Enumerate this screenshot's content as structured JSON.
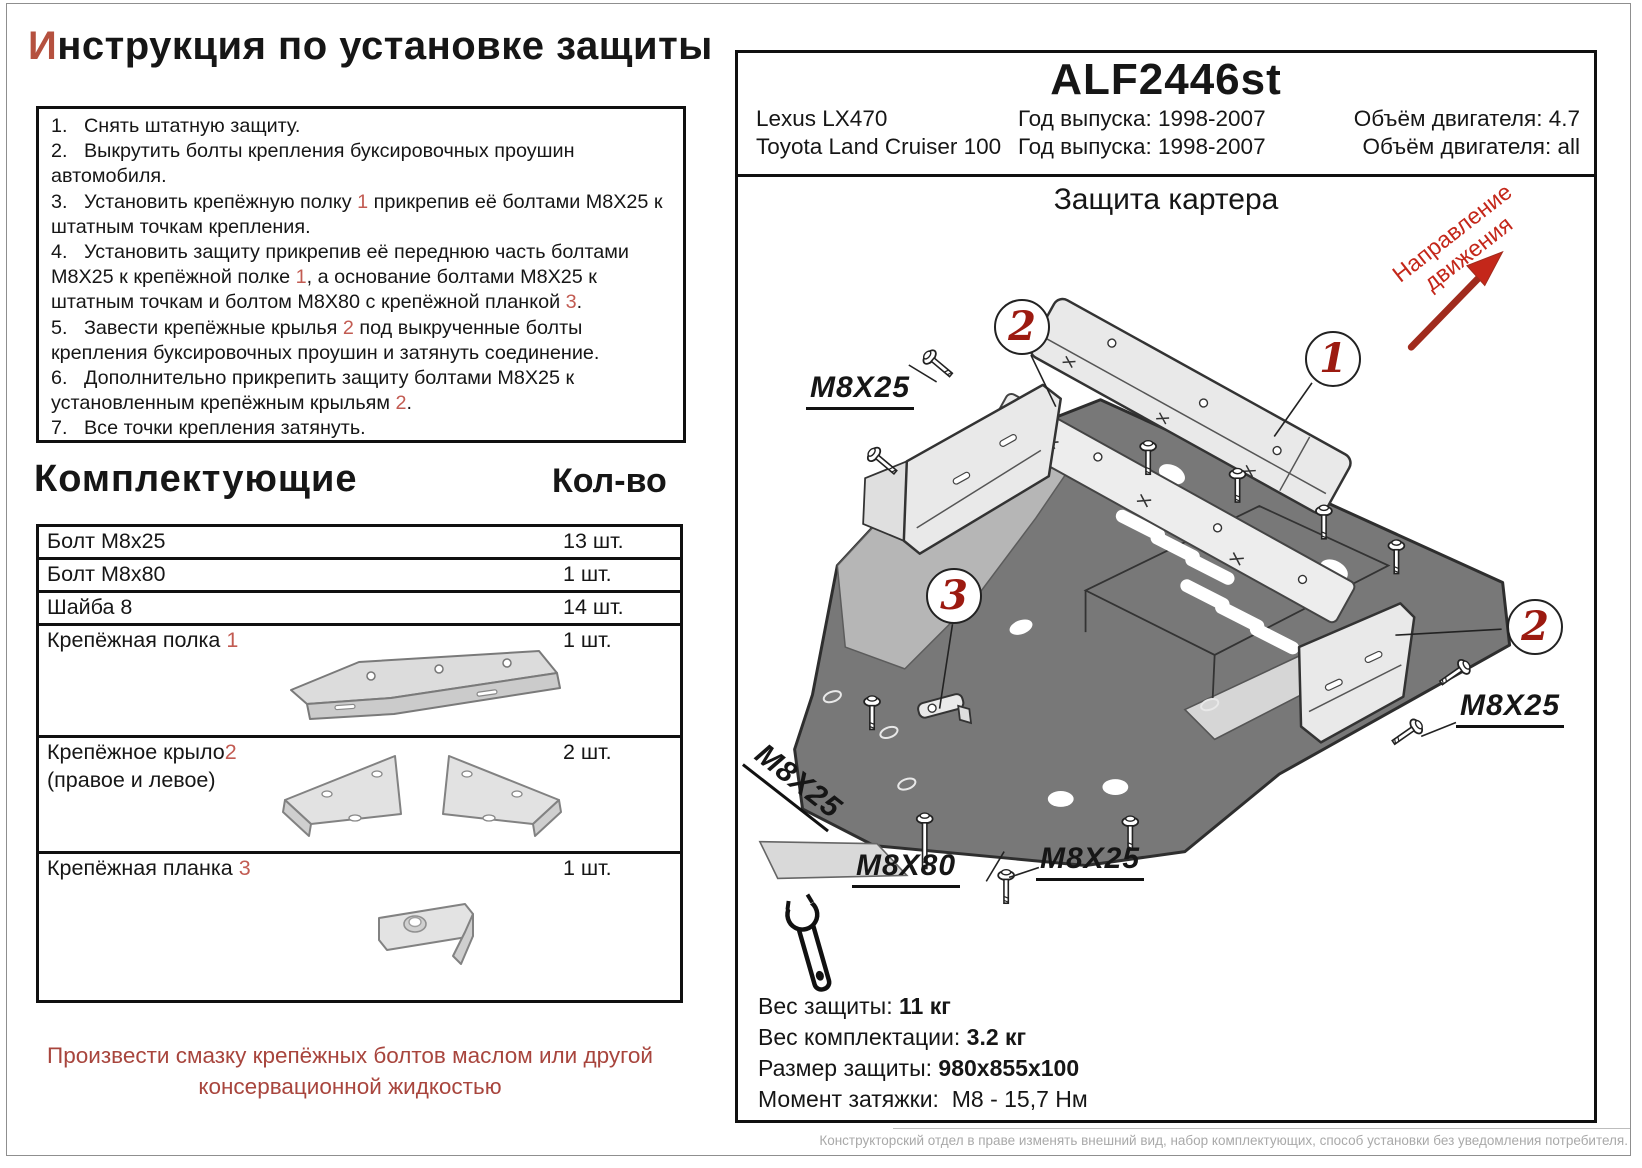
{
  "title": {
    "first_letter": "И",
    "rest": "нструкция по установке защиты"
  },
  "instructions": [
    {
      "parts": [
        {
          "t": "1.   Снять штатную защиту."
        }
      ]
    },
    {
      "parts": [
        {
          "t": "2.   Выкрутить болты крепления буксировочных проушин автомобиля."
        }
      ]
    },
    {
      "parts": [
        {
          "t": "3.   Установить крепёжную полку "
        },
        {
          "t": "1",
          "cls": "r"
        },
        {
          "t": " прикрепив её болтами М8Х25 к штатным точкам крепления."
        }
      ]
    },
    {
      "parts": [
        {
          "t": "4.   Установить защиту прикрепив её переднюю часть болтами М8Х25 к крепёжной полке "
        },
        {
          "t": "1",
          "cls": "r"
        },
        {
          "t": ", а основание болтами М8Х25 к штатным точкам и болтом М8Х80 с крепёжной планкой "
        },
        {
          "t": "3",
          "cls": "r"
        },
        {
          "t": "."
        }
      ]
    },
    {
      "parts": [
        {
          "t": "5.   Завести крепёжные крылья "
        },
        {
          "t": "2",
          "cls": "r"
        },
        {
          "t": " под выкрученные болты крепления буксировочных проушин и затянуть соединение."
        }
      ]
    },
    {
      "parts": [
        {
          "t": "6.   Дополнительно прикрепить защиту болтами М8Х25 к установленным крепёжным крыльям "
        },
        {
          "t": "2",
          "cls": "r"
        },
        {
          "t": "."
        }
      ]
    },
    {
      "parts": [
        {
          "t": "7.   Все точки крепления затянуть."
        }
      ]
    }
  ],
  "components": {
    "heading": "Комплектующие",
    "qty_heading": "Кол-во",
    "rows": [
      {
        "name": "Болт М8х25",
        "qty": "13 шт."
      },
      {
        "name": "Болт М8х80",
        "qty": "1 шт."
      },
      {
        "name": "Шайба 8",
        "qty": "14 шт."
      },
      {
        "name": "Крепёжная полка ",
        "ref": "1",
        "qty": "1 шт."
      },
      {
        "name": "Крепёжное крыло",
        "ref": "2",
        "name2": "(правое и левое)",
        "qty": "2 шт."
      },
      {
        "name": "Крепёжная планка ",
        "ref": "3",
        "qty": "1 шт."
      }
    ]
  },
  "note": [
    "Произвести смазку крепёжных болтов маслом или другой",
    "консервационной жидкостью"
  ],
  "panel": {
    "code": "ALF2446st",
    "vehicles": [
      {
        "model": "Lexus LX470",
        "years": "Год выпуска: 1998-2007",
        "engine": "Объём двигателя: 4.7"
      },
      {
        "model": "Toyota Land Cruiser 100",
        "years": "Год выпуска: 1998-2007",
        "engine": "Объём двигателя: all"
      }
    ],
    "diagram_title": "Защита картера",
    "direction_label": [
      "Направление",
      "движения"
    ],
    "callouts": [
      {
        "n": "2"
      },
      {
        "n": "1"
      },
      {
        "n": "3"
      },
      {
        "n": "2"
      }
    ],
    "labels": {
      "m8x25_left": "M8X25",
      "m8x25_right": "M8X25",
      "m8x80": "M8X80",
      "m8x25_bottom": "M8X25",
      "m8x25_rot": "M8X25"
    },
    "specs": [
      {
        "label": "Вес защиты: ",
        "value": "11 кг",
        "vcls": "b"
      },
      {
        "label": "Вес комплектации: ",
        "value": "3.2 кг",
        "vcls": "b"
      },
      {
        "label": "Размер защиты: ",
        "value": "980х855х100",
        "vcls": "b"
      },
      {
        "label": "Момент затяжки:  ",
        "value": "М8 - 15,7 Нм",
        "vcls": "n"
      }
    ]
  },
  "footer": "Конструкторский отдел в праве изменять внешний вид, набор комплектующих, способ установки без уведомления потребителя.",
  "colors": {
    "accent_red": "#c25b52",
    "title_letter": "#b5513f",
    "note_red": "#a8453d",
    "direction_red": "#c4271a",
    "arrow_red": "#a02b1d",
    "callout_red": "#9c1a10",
    "plate_gray": "#787878",
    "part_gray": "#e9e9e9"
  }
}
